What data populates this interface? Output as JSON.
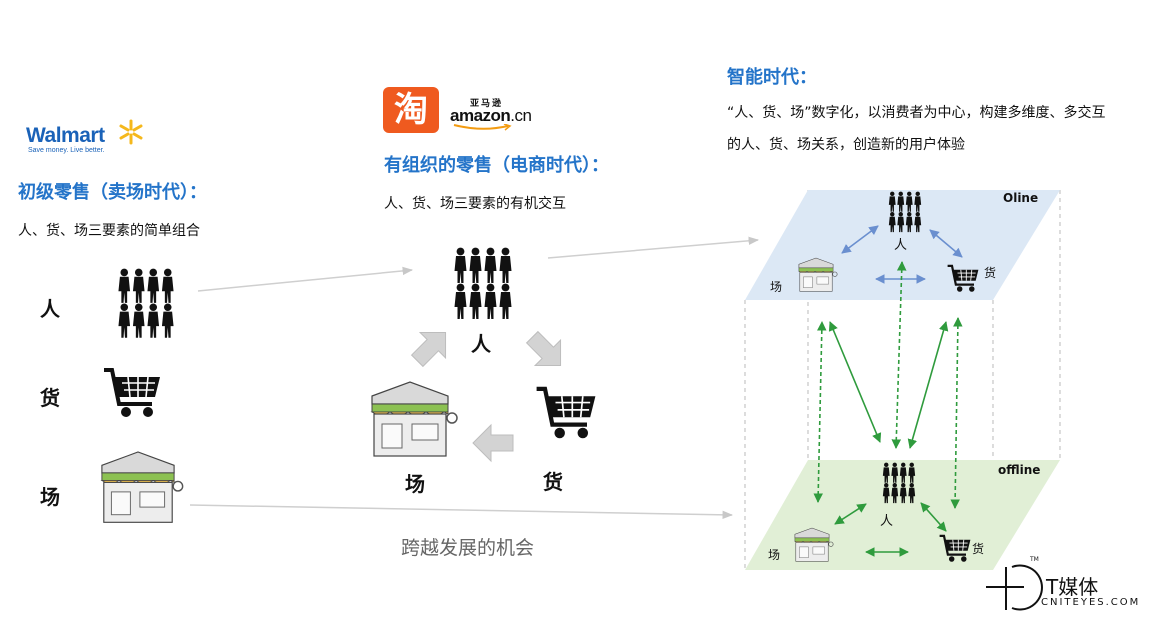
{
  "logos": {
    "walmart_name": "Walmart",
    "walmart_tagline": "Save money. Live better.",
    "taobao_char": "淘",
    "amazon_cn": "亚马逊",
    "amazon_name": "amazon",
    "amazon_suffix": ".cn",
    "tmedia_name": "T媒体",
    "tmedia_site": "CNITEYES.COM",
    "tmedia_tm": "TM"
  },
  "era1": {
    "title": "初级零售（卖场时代）：",
    "desc": "人、货、场三要素的简单组合",
    "labels": [
      "人",
      "货",
      "场"
    ]
  },
  "era2": {
    "title": "有组织的零售（电商时代）：",
    "desc": "人、货、场三要素的有机交互",
    "label_people": "人",
    "label_goods": "货",
    "label_place": "场"
  },
  "era3": {
    "title": "智能时代：",
    "desc_line1": "“人、货、场”数字化，以消费者为中心，构建多维度、多交互",
    "desc_line2": "的人、货、场关系，创造新的用户体验",
    "online_label": "Oline",
    "offline_label": "offline",
    "online_people": "人",
    "online_place": "场",
    "online_goods": "货",
    "offline_people": "人",
    "offline_place": "场",
    "offline_goods": "货"
  },
  "opportunity": "跨越发展的机会",
  "colors": {
    "header_blue": "#2474c9",
    "online_plane": "#dce8f5",
    "offline_plane": "#e1efd6",
    "online_arrow": "#6a8fcf",
    "offline_arrow": "#2f9b3d",
    "grey_arrow": "#cfcfcf"
  }
}
